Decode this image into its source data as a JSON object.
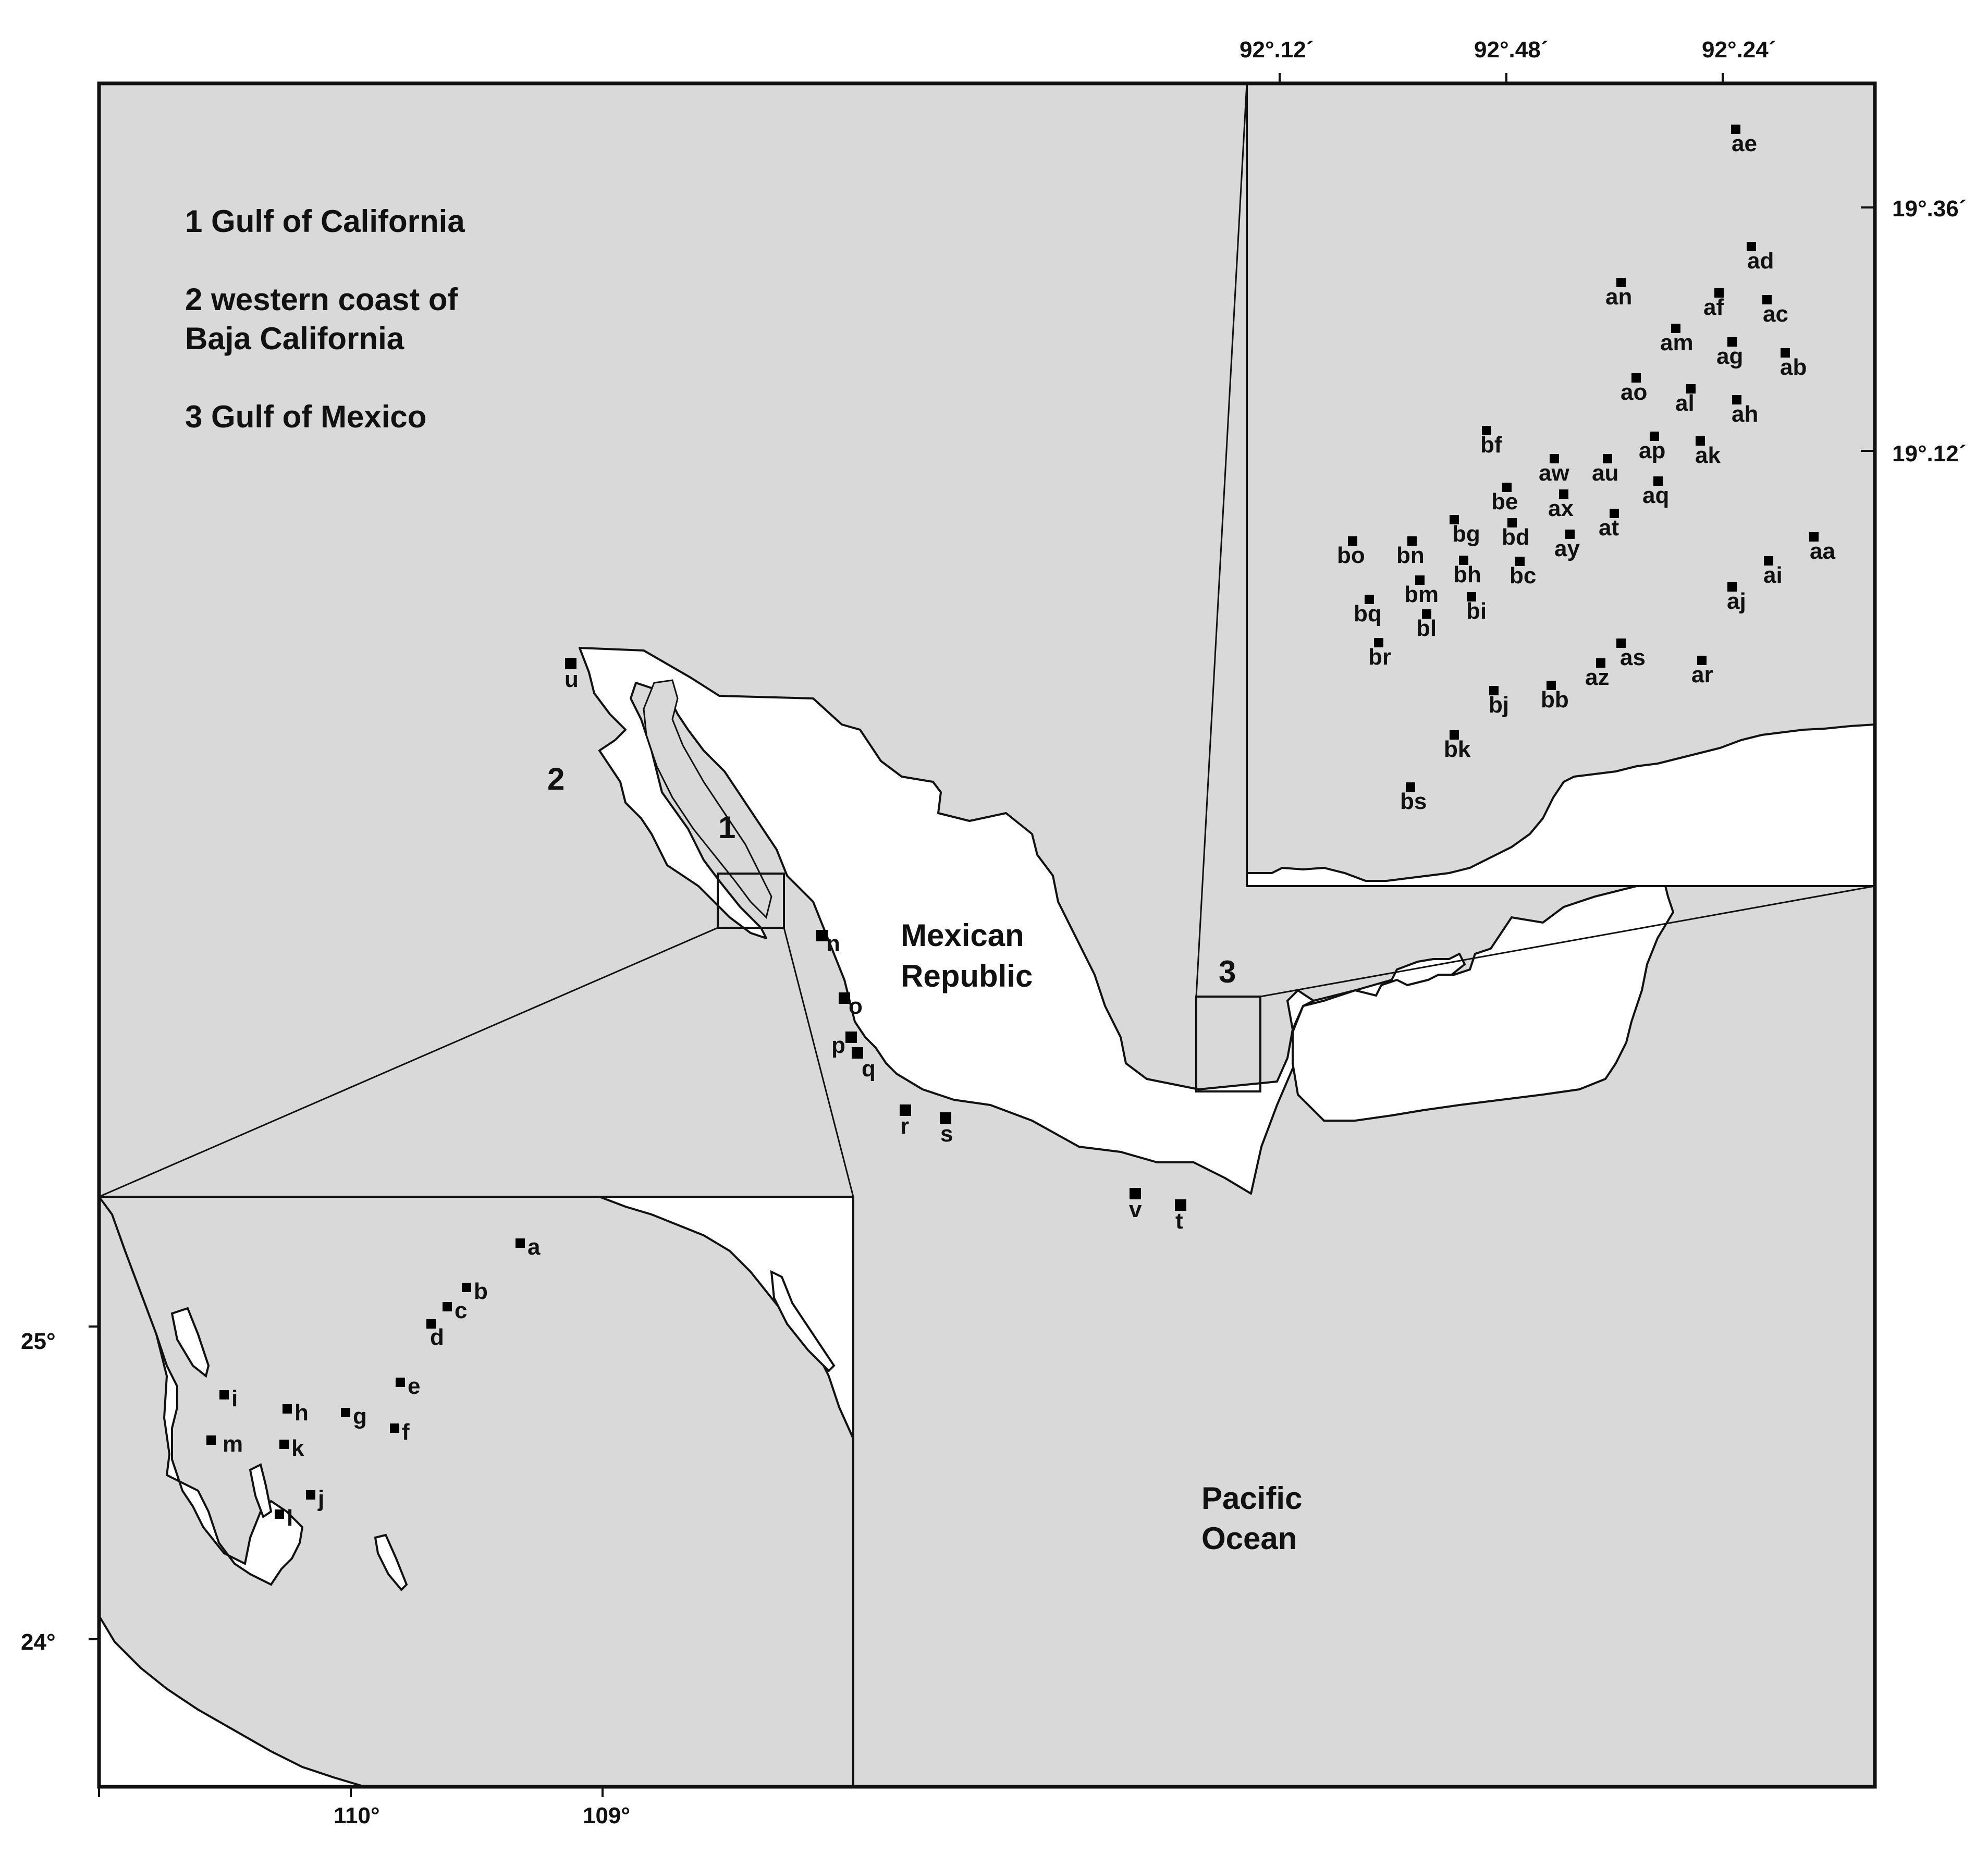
{
  "colors": {
    "sea": "#d9d9d9",
    "land": "#ffffff",
    "outline": "#111111",
    "marker": "#000000"
  },
  "legend": [
    {
      "id": "legend-1",
      "lines": [
        "1 Gulf of California"
      ]
    },
    {
      "id": "legend-2",
      "lines": [
        "2 western coast of",
        "Baja California"
      ]
    },
    {
      "id": "legend-3",
      "lines": [
        "3 Gulf of Mexico"
      ]
    }
  ],
  "labels": {
    "country": [
      "Mexican",
      "Republic"
    ],
    "ocean": [
      "Pacific",
      "Ocean"
    ],
    "area_1": "1",
    "area_2": "2",
    "area_3": "3"
  },
  "axes": {
    "bottom": [
      "110°",
      "109°"
    ],
    "left": [
      "25°",
      "24°"
    ],
    "top": [
      "92°.12´",
      "92°.48´",
      "92°.24´"
    ],
    "right": [
      "19°.36´",
      "19°.12´"
    ]
  },
  "main_sites": [
    "n",
    "o",
    "p",
    "q",
    "r",
    "s",
    "t",
    "u",
    "v"
  ],
  "gulf_california_sites": [
    "a",
    "b",
    "c",
    "d",
    "e",
    "f",
    "g",
    "h",
    "i",
    "j",
    "k",
    "l",
    "m"
  ],
  "gulf_mexico_sites": [
    "aa",
    "ab",
    "ac",
    "ad",
    "ae",
    "af",
    "ag",
    "ah",
    "ai",
    "aj",
    "ak",
    "al",
    "am",
    "an",
    "ao",
    "ap",
    "aq",
    "ar",
    "as",
    "at",
    "au",
    "aw",
    "ax",
    "ay",
    "az",
    "bb",
    "bc",
    "bd",
    "be",
    "bf",
    "bg",
    "bh",
    "bi",
    "bj",
    "bk",
    "bl",
    "bm",
    "bn",
    "bo",
    "bq",
    "br",
    "bs"
  ]
}
